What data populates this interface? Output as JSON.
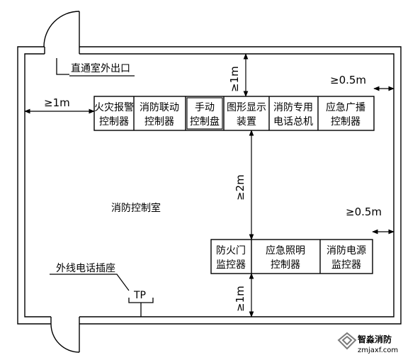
{
  "labels": {
    "exit": "直通室外出口",
    "room": "消防控制室",
    "phone_socket": "外线电话插座",
    "tp": "TP",
    "dim_left": "≥1m",
    "dim_top": "≥1m",
    "dim_right_top": "≥0.5m",
    "dim_mid": "≥2m",
    "dim_right_mid": "≥0.5m",
    "dim_bottom": "≥1m"
  },
  "top_row": [
    {
      "line1": "火灾报警",
      "line2": "控制器"
    },
    {
      "line1": "消防联动",
      "line2": "控制器"
    },
    {
      "line1": "手动",
      "line2": "控制盘"
    },
    {
      "line1": "图形显示",
      "line2": "装置"
    },
    {
      "line1": "消防专用",
      "line2": "电话总机"
    },
    {
      "line1": "应急广播",
      "line2": "控制器"
    }
  ],
  "bottom_row": [
    {
      "line1": "防火门",
      "line2": "监控器"
    },
    {
      "line1": "应急照明",
      "line2": "控制器"
    },
    {
      "line1": "消防电源",
      "line2": "监控器"
    }
  ],
  "watermark": {
    "brand": "智淼消防",
    "url": "zmjaxf.com"
  }
}
